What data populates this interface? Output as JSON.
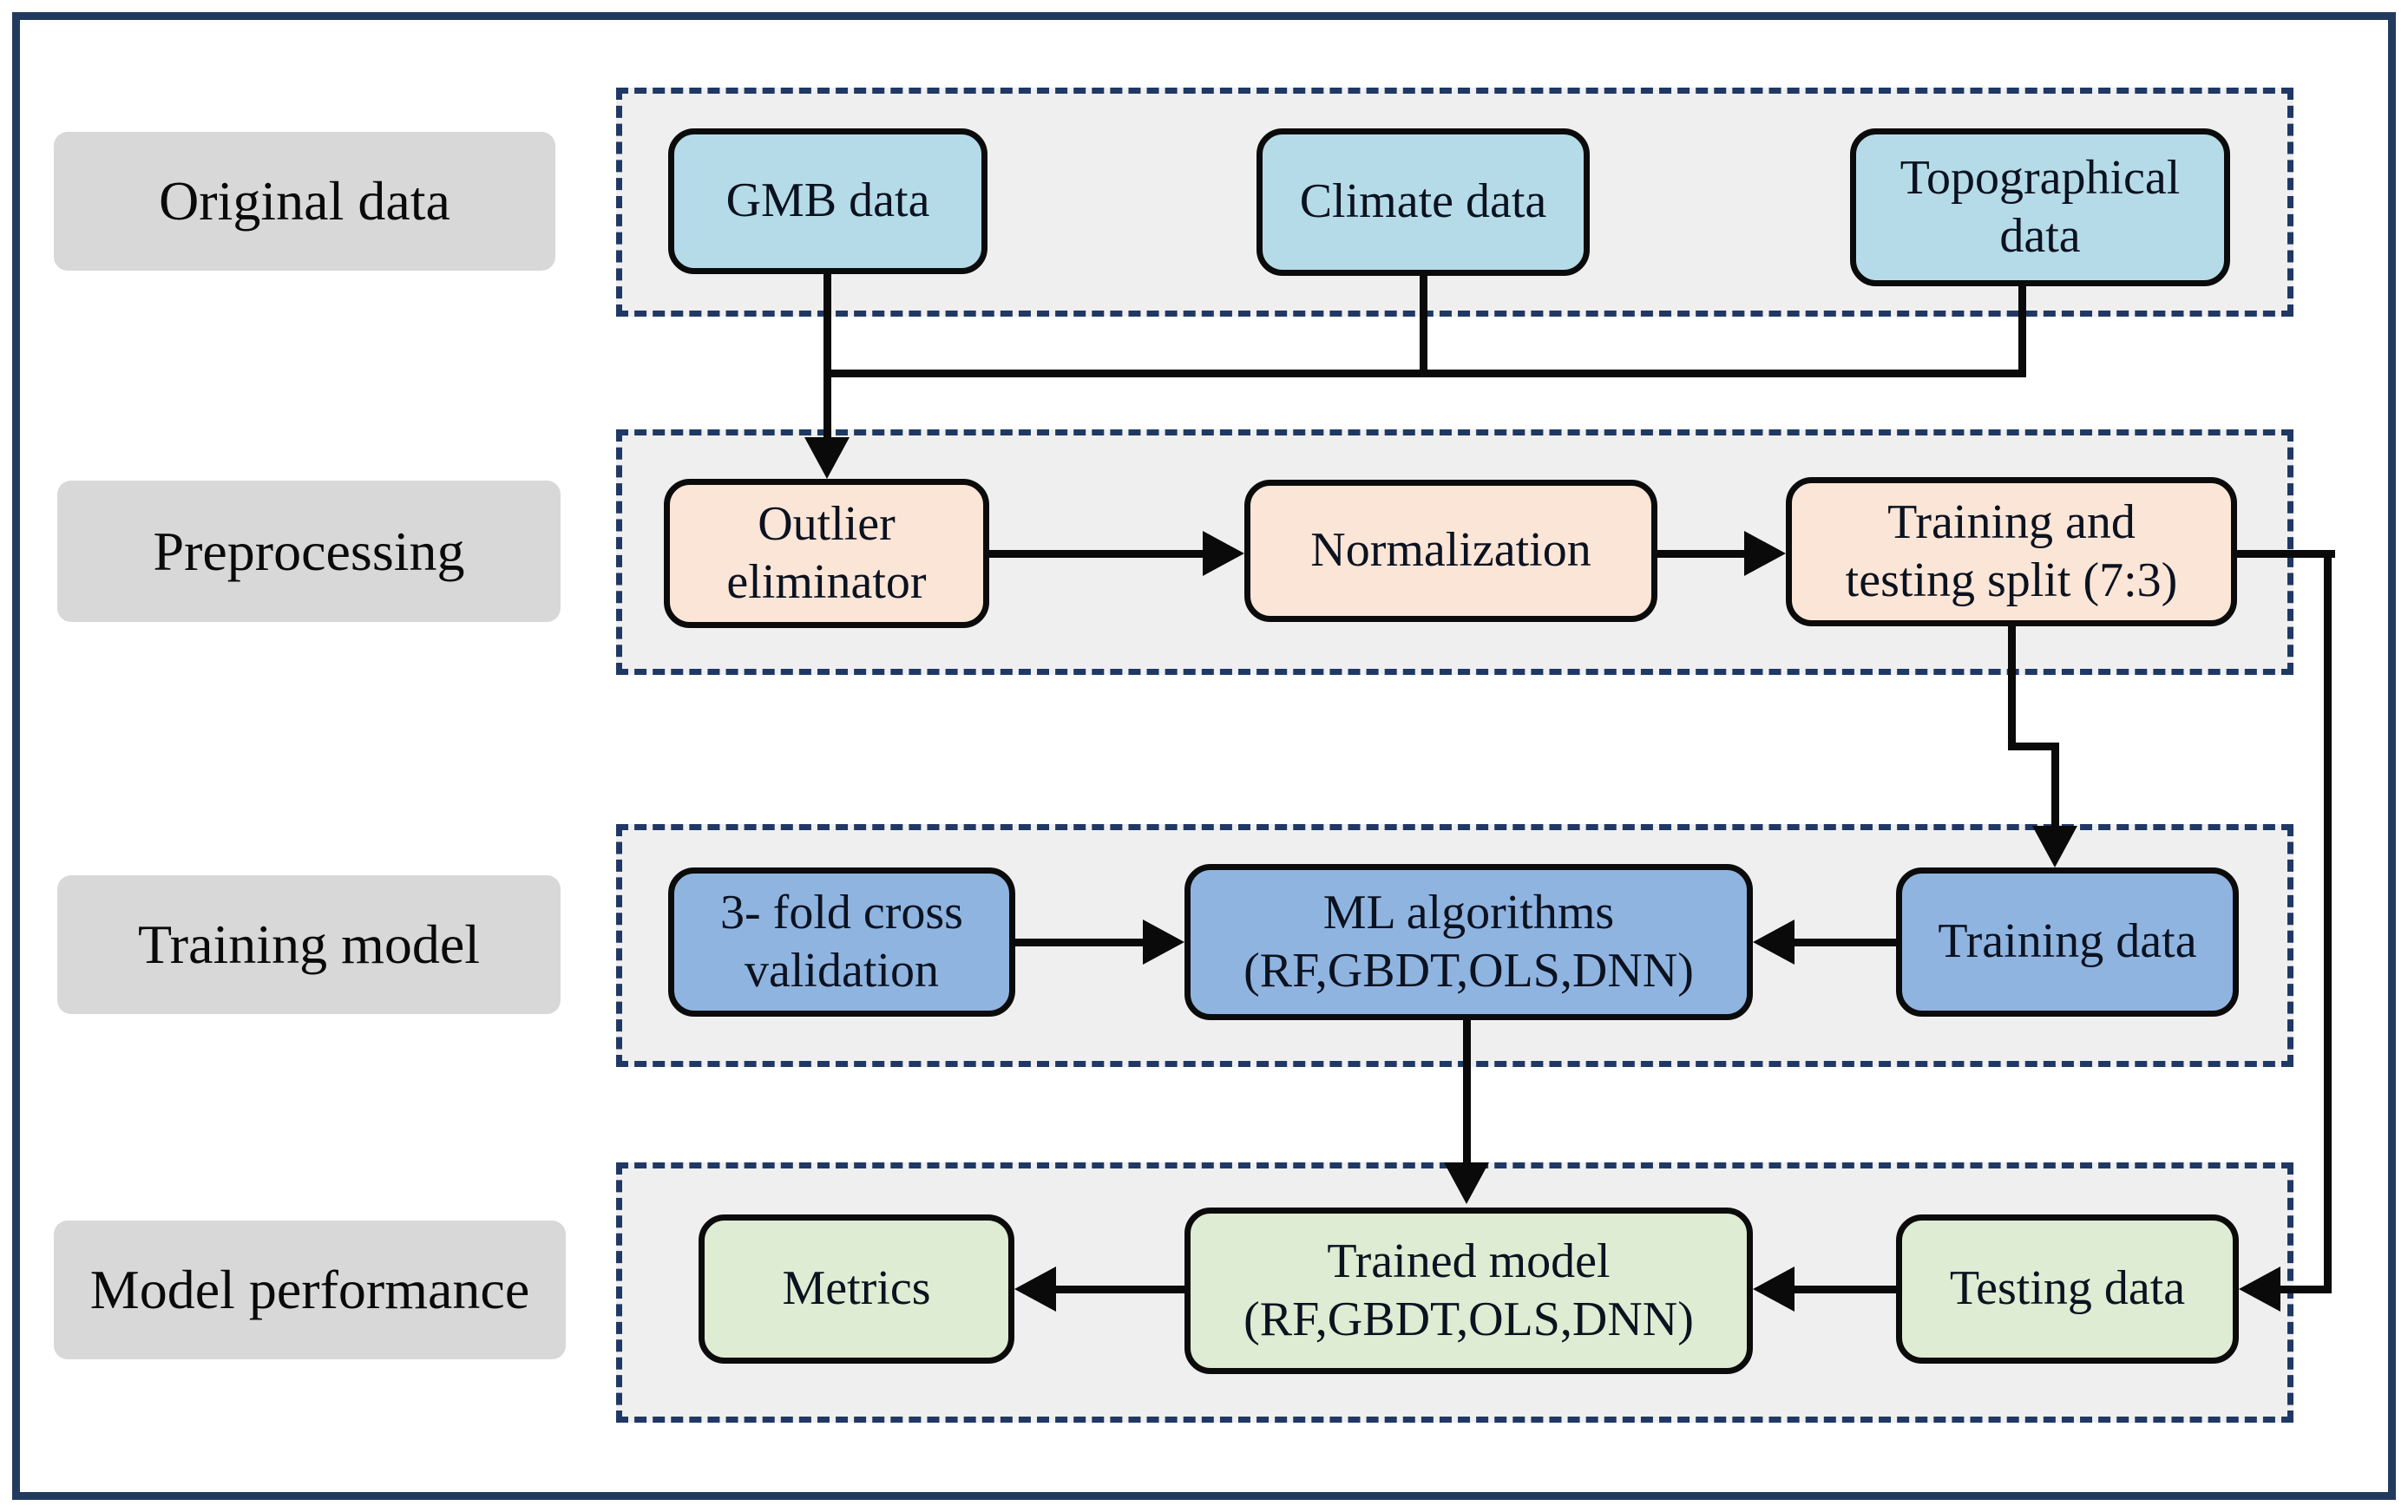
{
  "diagram_title": "ML modeling workflow flowchart",
  "row_labels": {
    "original_data": "Original data",
    "preprocessing": "Preprocessing",
    "training_model": "Training model",
    "model_performance": "Model performance"
  },
  "boxes": {
    "gmb": "GMB data",
    "climate": "Climate data",
    "topographical": "Topographical\ndata",
    "outlier": "Outlier\neliminator",
    "normalization": "Normalization",
    "split": "Training and\ntesting split (7:3)",
    "cross_validation": "3- fold cross\nvalidation",
    "ml_algorithms": "ML algorithms\n(RF,GBDT,OLS,DNN)",
    "training_data": "Training data",
    "metrics": "Metrics",
    "trained_model": "Trained model\n(RF,GBDT,OLS,DNN)",
    "testing_data": "Testing data"
  },
  "colors": {
    "outer_frame_border": "#223a5e",
    "dashed_container_border": "#203864",
    "container_fill": "#efeff0",
    "row_label_fill": "#d8d8d8",
    "original_data_box_fill": "#b6dbe8",
    "preprocessing_box_fill": "#fbe5d6",
    "training_box_fill": "#90b4e0",
    "performance_box_fill": "#ddecd2",
    "box_border": "#0b0b0b",
    "arrow": "#0a0a0a",
    "text": "#0b1220"
  }
}
